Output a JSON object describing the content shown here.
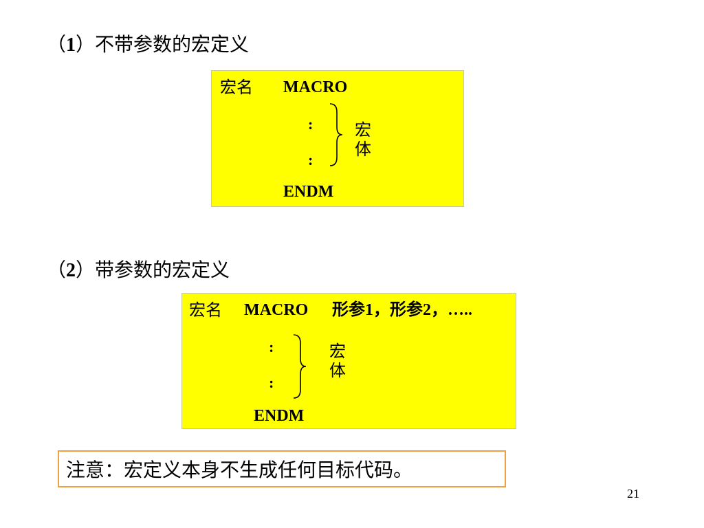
{
  "section1": {
    "title_open": "（",
    "title_num": "1",
    "title_rest": "）不带参数的宏定义",
    "box": {
      "line1_name": "宏名",
      "line1_keyword": "MACRO",
      "dot1": ":",
      "dot2": ":",
      "body_label": "宏体",
      "end_keyword": "ENDM"
    }
  },
  "section2": {
    "title_open": "（",
    "title_num": "2",
    "title_rest": "）带参数的宏定义",
    "box": {
      "line1_name": "宏名",
      "line1_keyword": "MACRO",
      "line1_params": "形参1，形参2，…..",
      "dot1": ":",
      "dot2": ":",
      "body_label": "宏体",
      "end_keyword": "ENDM"
    }
  },
  "note": "注意：宏定义本身不生成任何目标代码。",
  "page_number": "21",
  "colors": {
    "box_fill": "#ffff00",
    "note_border": "#f0a040"
  }
}
